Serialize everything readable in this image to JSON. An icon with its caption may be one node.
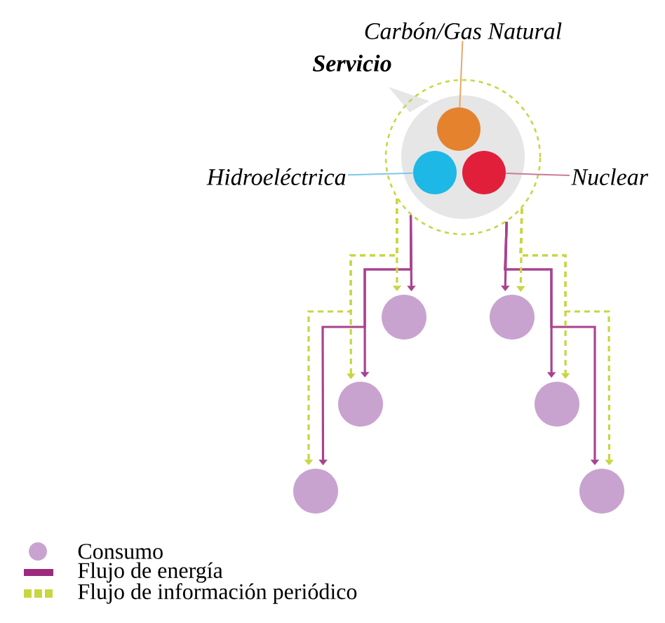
{
  "diagram": {
    "nodes": [
      {
        "text": [
          "Carbón/Gas Natural"
        ]
      },
      {
        "text": [
          "Servicio"
        ]
      },
      {
        "text": [],
        "shape": "circle",
        "in": 1
      },
      {
        "text": [
          "Hidroeléctrica"
        ]
      },
      {
        "text": [],
        "shape": "circle",
        "in": 1
      },
      {
        "text": [],
        "shape": "circle",
        "in": 1
      },
      {
        "text": [
          "Nuclear"
        ]
      },
      {
        "text": [],
        "shape": "circle"
      },
      {
        "text": [],
        "shape": "circle"
      },
      {
        "text": [],
        "shape": "circle"
      },
      {
        "text": [],
        "shape": "circle"
      },
      {
        "text": [],
        "shape": "circle"
      },
      {
        "text": [],
        "shape": "circle"
      }
    ],
    "edges": [
      {
        "from": 0,
        "to": 2,
        "arrow": "none",
        "color": "#e8a868"
      },
      {
        "from": 3,
        "to": 4,
        "arrow": "none",
        "color": "#7cc8ea"
      },
      {
        "from": 6,
        "to": 5,
        "arrow": "none",
        "color": "#cc7a9a"
      },
      {
        "from": 1,
        "to": 9,
        "arrow": "to",
        "color": "#a8438f"
      },
      {
        "from": 1,
        "to": 8,
        "arrow": "to",
        "color": "#a8438f"
      },
      {
        "from": 1,
        "to": 7,
        "arrow": "to",
        "color": "#a8438f"
      },
      {
        "from": 1,
        "to": 10,
        "arrow": "to",
        "color": "#a8438f"
      },
      {
        "from": 1,
        "to": 11,
        "arrow": "to",
        "color": "#a8438f"
      },
      {
        "from": 1,
        "to": 12,
        "arrow": "to",
        "color": "#a8438f"
      },
      {
        "from": 1,
        "to": 9,
        "arrow": "to",
        "style": "dashed",
        "color": "#c8d641"
      },
      {
        "from": 1,
        "to": 8,
        "arrow": "to",
        "style": "dashed",
        "color": "#c8d641"
      },
      {
        "from": 1,
        "to": 7,
        "arrow": "to",
        "style": "dashed",
        "color": "#c8d641"
      },
      {
        "from": 1,
        "to": 10,
        "arrow": "to",
        "style": "dashed",
        "color": "#c8d641"
      },
      {
        "from": 1,
        "to": 11,
        "arrow": "to",
        "style": "dashed",
        "color": "#c8d641"
      },
      {
        "from": 1,
        "to": 12,
        "arrow": "to",
        "style": "dashed",
        "color": "#c8d641"
      }
    ],
    "legend": [
      {
        "text": "Consumo",
        "color": "#c9a3cf"
      },
      {
        "text": "Flujo de energía",
        "color": "#9c2a7e"
      },
      {
        "text": "Flujo de información periódico"
      }
    ]
  }
}
